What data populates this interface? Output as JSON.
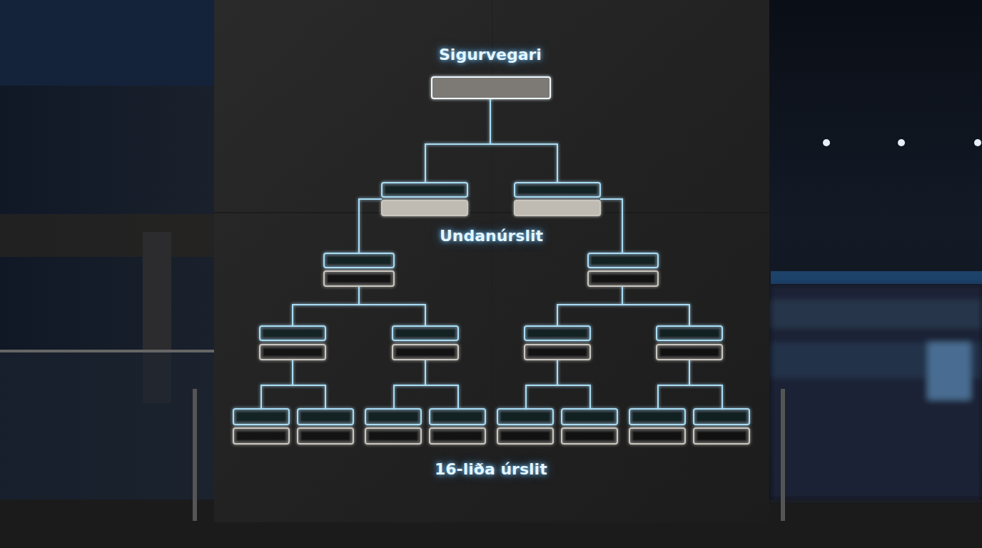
{
  "diagram": {
    "labels": [
      "Sigurvegari",
      "Undanúrslit",
      "16-liða úrslit"
    ]
  }
}
